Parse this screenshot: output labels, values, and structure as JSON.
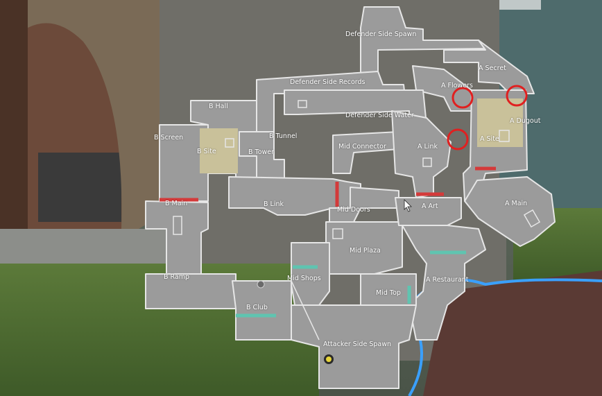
{
  "map": {
    "labels": {
      "defender_side_spawn": "Defender Side Spawn",
      "defender_side_records": "Defender Side Records",
      "defender_side_water": "Defender Side Water",
      "a_secret": "A Secret",
      "a_flowers": "A Flowers",
      "a_dugout": "A Dugout",
      "a_site": "A Site",
      "a_link": "A Link",
      "mid_connector": "Mid Connector",
      "b_hall": "B Hall",
      "b_screen": "B Screen",
      "b_site": "B Site",
      "b_tunnel": "B Tunnel",
      "b_tower": "B Tower",
      "b_main": "B Main",
      "b_link": "B Link",
      "mid_doors": "Mid Doors",
      "a_art": "A Art",
      "a_main": "A Main",
      "mid_plaza": "Mid Plaza",
      "b_ramp": "B Ramp",
      "mid_shops": "Mid Shops",
      "mid_top": "Mid Top",
      "a_restaurant": "A Restaurant",
      "b_club": "B Club",
      "attacker_side_spawn": "Attacker Side Spawn"
    }
  },
  "colors": {
    "floor": "#9b9b9b",
    "wall_outline": "#e6e6e6",
    "site_area": "#c9c19a",
    "attacker_barrier": "#d43a3a",
    "defender_barrier": "#5fc4b0",
    "marker_circle": "#e02020"
  },
  "icons": [
    "spike-plant-marker-icon",
    "player-marker-icon",
    "mouse-cursor-icon"
  ]
}
